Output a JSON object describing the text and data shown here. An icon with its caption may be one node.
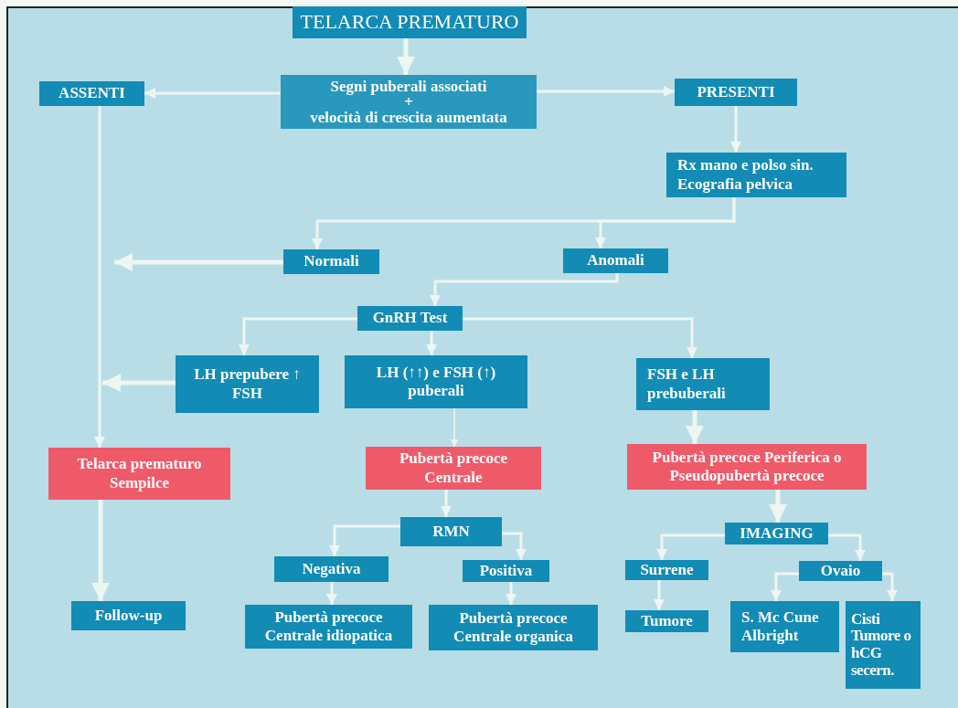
{
  "diagram": {
    "nodes": [
      {
        "text": [
          "TELARCA PREMATURO"
        ]
      },
      {
        "text": [
          "Segni puberali associati",
          "+",
          "velocità di crescita aumentata"
        ]
      },
      {
        "text": [
          "ASSENTI"
        ]
      },
      {
        "text": [
          "PRESENTI"
        ]
      },
      {
        "text": [
          "Rx mano e polso sin. Ecografia pelvica"
        ]
      },
      {
        "text": [
          "Normali"
        ]
      },
      {
        "text": [
          "Anomali"
        ]
      },
      {
        "text": [
          "GnRH Test"
        ]
      },
      {
        "text": [
          "LH prepubere ↑ FSH"
        ]
      },
      {
        "text": [
          "LH (↑↑) e FSH (↑) puberali"
        ]
      },
      {
        "text": [
          "FSH e LH prebuberali"
        ]
      },
      {
        "text": [
          "Telarca prematuro Sempilce"
        ]
      },
      {
        "text": [
          "Pubertà precoce Centrale"
        ]
      },
      {
        "text": [
          "Pubertà precoce Periferica o Pseudopubertà precoce"
        ]
      },
      {
        "text": [
          "Follow-up"
        ]
      },
      {
        "text": [
          "RMN"
        ]
      },
      {
        "text": [
          "Negativa"
        ]
      },
      {
        "text": [
          "Positiva"
        ]
      },
      {
        "text": [
          "Pubertà precoce Centrale idiopatica"
        ]
      },
      {
        "text": [
          "Pubertà precoce Centrale organica"
        ]
      },
      {
        "text": [
          "IMAGING"
        ]
      },
      {
        "text": [
          "Surrene"
        ]
      },
      {
        "text": [
          "Ovaio"
        ]
      },
      {
        "text": [
          "Tumore"
        ]
      },
      {
        "text": [
          "S. Mc Cune Albright"
        ]
      },
      {
        "text": [
          "Cisti Tumore o hCG secern."
        ]
      }
    ],
    "edges": [
      {
        "from": 0,
        "to": 1,
        "arrow": "to"
      },
      {
        "from": 1,
        "to": 2,
        "arrow": "to"
      },
      {
        "from": 1,
        "to": 3,
        "arrow": "to"
      },
      {
        "from": 3,
        "to": 4,
        "arrow": "to"
      },
      {
        "from": 4,
        "to": 5,
        "arrow": "to"
      },
      {
        "from": 4,
        "to": 6,
        "arrow": "to"
      },
      {
        "from": 5,
        "to": null,
        "arrow": "to"
      },
      {
        "from": 6,
        "to": 7,
        "arrow": "to"
      },
      {
        "from": 7,
        "to": 8,
        "arrow": "to"
      },
      {
        "from": 7,
        "to": 9,
        "arrow": "to"
      },
      {
        "from": 7,
        "to": 10,
        "arrow": "to"
      },
      {
        "from": 8,
        "to": null,
        "arrow": "to"
      },
      {
        "from": 2,
        "to": 11,
        "arrow": "to"
      },
      {
        "from": 9,
        "to": 12,
        "arrow": "to"
      },
      {
        "from": 10,
        "to": 13,
        "arrow": "to"
      },
      {
        "from": 11,
        "to": 14,
        "arrow": "to"
      },
      {
        "from": 12,
        "to": 15,
        "arrow": "to"
      },
      {
        "from": 15,
        "to": 16,
        "arrow": "to"
      },
      {
        "from": 15,
        "to": 17,
        "arrow": "to"
      },
      {
        "from": 16,
        "to": 18,
        "arrow": "to"
      },
      {
        "from": 17,
        "to": 19,
        "arrow": "to"
      },
      {
        "from": 13,
        "to": 20,
        "arrow": "to"
      },
      {
        "from": 20,
        "to": 21,
        "arrow": "to"
      },
      {
        "from": 20,
        "to": 22,
        "arrow": "to"
      },
      {
        "from": 21,
        "to": 23,
        "arrow": "to"
      },
      {
        "from": 22,
        "to": 24,
        "arrow": "to"
      },
      {
        "from": 22,
        "to": 25,
        "arrow": "to"
      }
    ]
  }
}
